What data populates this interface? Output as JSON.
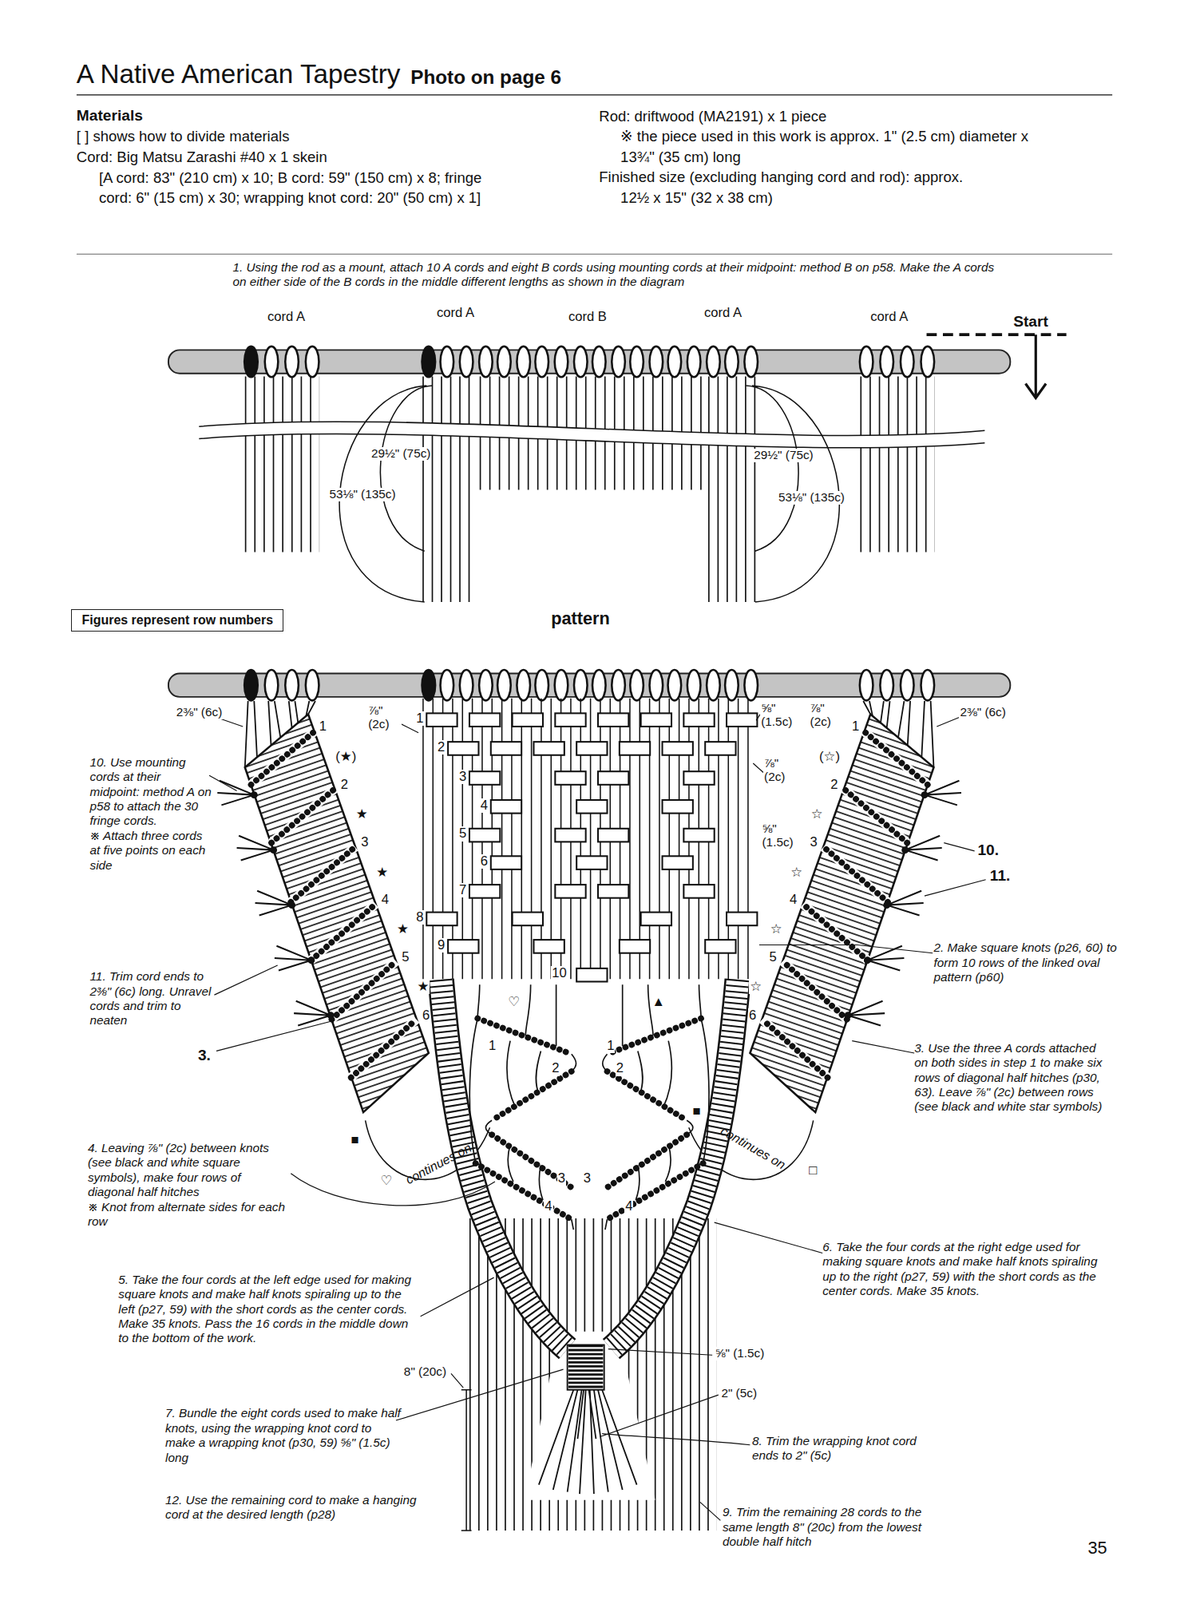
{
  "diagram": {
    "title": "A Native American Tapestry",
    "nodes": [
      {
        "text": [
          "Figures represent row numbers"
        ]
      }
    ],
    "labels": [
      "Photo on page 6",
      "Materials",
      "[ ] shows how to divide materials",
      "Cord: Big Matsu Zarashi #40 x 1 skein",
      "[A cord: 83\" (210 cm) x 10; B cord: 59\" (150 cm) x 8; fringe cord: 6\" (15 cm) x 30; wrapping knot cord: 20\" (50 cm) x 1]",
      "Rod: driftwood (MA2191) x 1 piece",
      "※ the piece used in this work is approx. 1\" (2.5 cm) diameter x 13¾\" (35 cm) long",
      "Finished size (excluding hanging cord and rod): approx.",
      "12½ x 15\" (32 x 38 cm)",
      "1. Using the rod as a mount, attach 10 A cords and eight B cords using mounting cords at their midpoint: method B on p58. Make the A cords on either side of the B cords in the middle different lengths as shown in the diagram",
      "cord A",
      "cord A",
      "cord B",
      "cord A",
      "cord A",
      "Start",
      "29½\" (75c)",
      "53⅛\" (135c)",
      "29½\" (75c)",
      "53⅛\" (135c)",
      "pattern",
      "2⅜\" (6c)",
      "2⅜\" (6c)",
      "1",
      "2",
      "3",
      "4",
      "5",
      "6",
      "1",
      "2",
      "3",
      "4",
      "5",
      "6",
      "7",
      "8",
      "9",
      "10",
      "1",
      "2",
      "3",
      "4",
      "5",
      "6",
      "1",
      "1",
      "2",
      "2",
      "3",
      "3",
      "4",
      "4",
      "⅞\" (2c)",
      "(★)",
      "★",
      "★",
      "★",
      "★",
      "⅝\" (1.5c)",
      "⅞\" (2c)",
      "(☆)",
      "⅞\" (2c)",
      "☆",
      "⅝\" (1.5c)",
      "☆",
      "☆",
      "☆",
      "10.",
      "11.",
      "3.",
      "10. Use mounting cords at their midpoint: method A on p58 to attach the 30 fringe cords.",
      "※ Attach three cords at five points on each side",
      "11. Trim cord ends to 2⅜\" (6c) long. Unravel cords and trim to neaten",
      "2. Make square knots (p26, 60) to form 10 rows of the linked oval pattern (p60)",
      "3. Use the three A cords attached on both sides in step 1 to make six rows of diagonal half hitches (p30, 63). Leave ⅞\" (2c) between rows (see black and white star symbols)",
      "4. Leaving ⅞\" (2c) between knots (see black and white square symbols), make four rows of diagonal half hitches",
      "※ Knot from alternate sides for each row",
      "5. Take the four cords at the left edge used for making square knots and make half knots spiraling up to the left (p27, 59) with the short cords as the center cords. Make 35 knots. Pass the 16 cords in the middle down to the bottom of the work.",
      "6. Take the four cords at the right edge used for making square knots and make half knots spiraling up to the right (p27, 59) with the short cords as the center cords. Make 35 knots.",
      "7. Bundle the eight cords used to make half knots, using the wrapping knot cord to make a wrapping knot (p30, 59) ⅝\" (1.5c) long",
      "12. Use the remaining cord to make a hanging cord at the desired length (p28)",
      "8. Trim the wrapping knot cord ends to 2\" (5c)",
      "9. Trim the remaining 28 cords to the same length 8\" (20c) from the lowest double half hitch",
      "8\" (20c)",
      "⅝\" (1.5c)",
      "2\" (5c)",
      "continues on",
      "continues on",
      "♡",
      "♡",
      "▲",
      "■",
      "■",
      "□",
      "35"
    ]
  }
}
